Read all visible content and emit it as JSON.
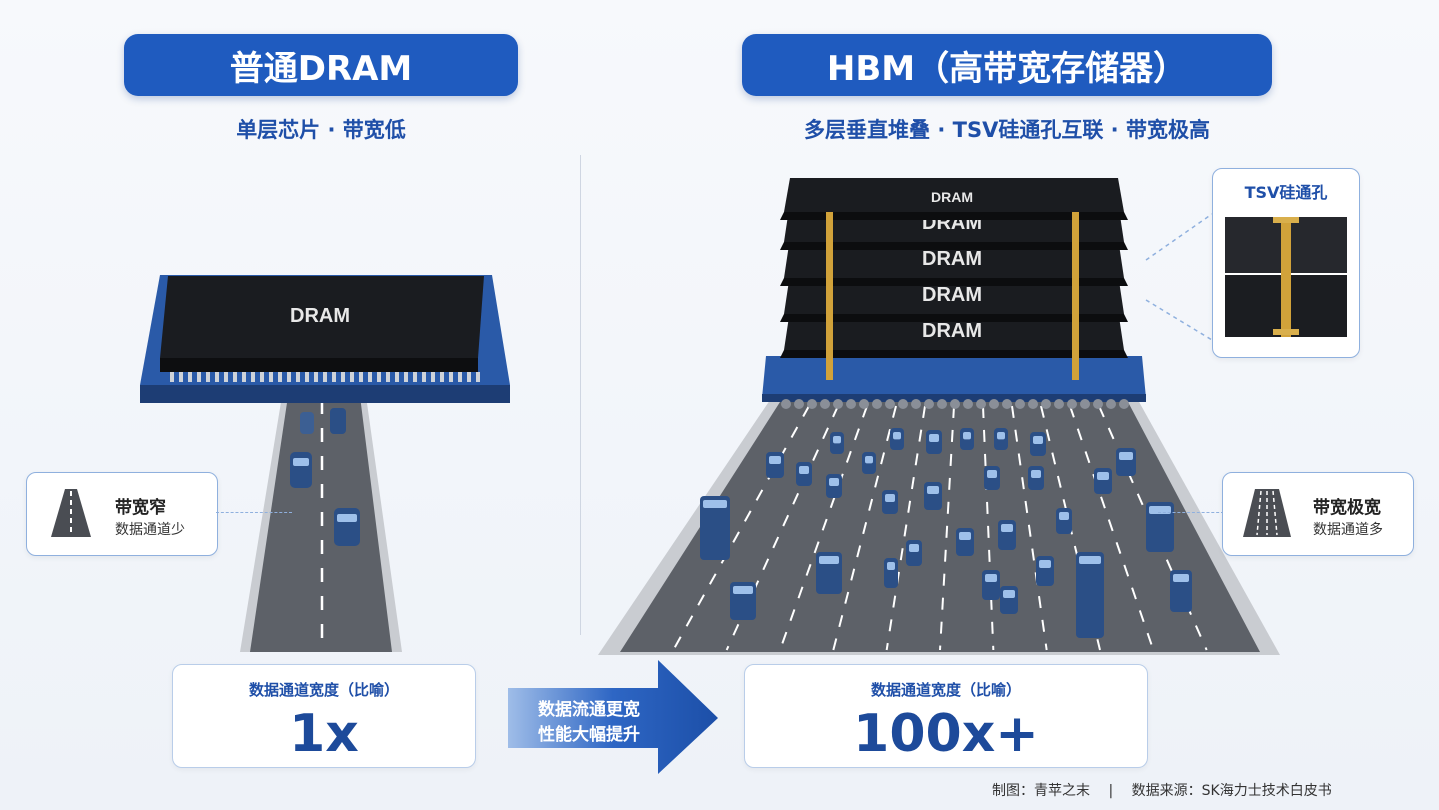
{
  "left": {
    "title": "普通DRAM",
    "subtitle": "单层芯片 · 带宽低",
    "chip_label": "DRAM",
    "callout_title": "带宽窄",
    "callout_sub": "数据通道少",
    "metric_label": "数据通道宽度（比喻）",
    "metric_value": "1x"
  },
  "right": {
    "title": "HBM（高带宽存储器）",
    "subtitle": "多层垂直堆叠 · TSV硅通孔互联 · 带宽极高",
    "stack_labels": [
      "DRAM",
      "DRAM",
      "DRAM",
      "DRAM",
      "DRAM"
    ],
    "tsv_label": "TSV硅通孔",
    "callout_title": "带宽极宽",
    "callout_sub": "数据通道多",
    "metric_label": "数据通道宽度（比喻）",
    "metric_value": "100x+"
  },
  "arrow": {
    "line1": "数据流通更宽",
    "line2": "性能大幅提升"
  },
  "footer": {
    "credit": "制图：青苹之末",
    "sep": "|",
    "source": "数据来源：SK海力士技术白皮书"
  },
  "colors": {
    "brand": "#1f5bbf",
    "road": "#5d6168",
    "chip": "#1a1c20",
    "substrate": "#2a5aa8",
    "tsv": "#d1a23a"
  }
}
